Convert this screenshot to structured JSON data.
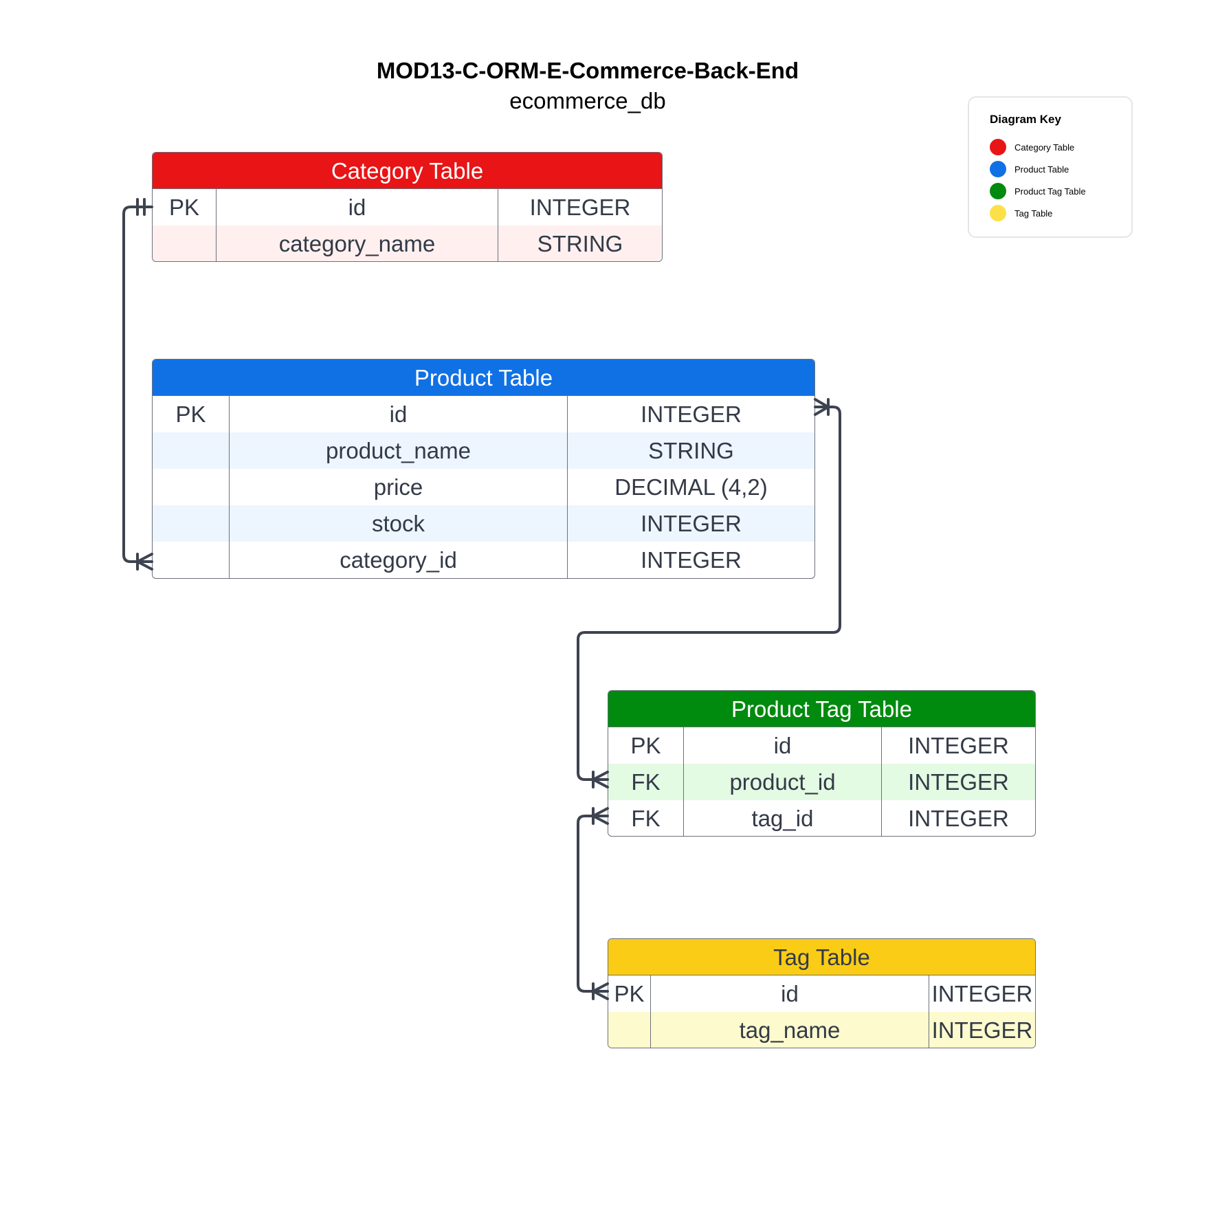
{
  "title": "MOD13-C-ORM-E-Commerce-Back-End",
  "subtitle": "ecommerce_db",
  "legend": {
    "title": "Diagram Key",
    "items": [
      {
        "label": "Category Table",
        "color": "#e81416"
      },
      {
        "label": "Product Table",
        "color": "#1071e5"
      },
      {
        "label": "Product Tag Table",
        "color": "#008a0e"
      },
      {
        "label": "Tag Table",
        "color": "#fde047"
      }
    ]
  },
  "tables": {
    "category": {
      "title": "Category Table",
      "header_color": "#e81416",
      "stripe_color": "#fff0ef",
      "rows": [
        {
          "key": "PK",
          "field": "id",
          "type": "INTEGER"
        },
        {
          "key": "",
          "field": "category_name",
          "type": "STRING"
        }
      ]
    },
    "product": {
      "title": "Product Table",
      "header_color": "#1071e5",
      "stripe_color": "#edf5ff",
      "rows": [
        {
          "key": "PK",
          "field": "id",
          "type": "INTEGER"
        },
        {
          "key": "",
          "field": "product_name",
          "type": "STRING"
        },
        {
          "key": "",
          "field": "price",
          "type": "DECIMAL (4,2)"
        },
        {
          "key": "",
          "field": "stock",
          "type": "INTEGER"
        },
        {
          "key": "",
          "field": "category_id",
          "type": "INTEGER"
        }
      ]
    },
    "product_tag": {
      "title": "Product Tag Table",
      "header_color": "#008a0e",
      "stripe_color": "#e3fae3",
      "rows": [
        {
          "key": "PK",
          "field": "id",
          "type": "INTEGER"
        },
        {
          "key": "FK",
          "field": "product_id",
          "type": "INTEGER"
        },
        {
          "key": "FK",
          "field": "tag_id",
          "type": "INTEGER"
        }
      ]
    },
    "tag": {
      "title": "Tag Table",
      "header_color": "#facc15",
      "header_text_color": "#333a47",
      "stripe_color": "#fdfbcd",
      "rows": [
        {
          "key": "PK",
          "field": "id",
          "type": "INTEGER"
        },
        {
          "key": "",
          "field": "tag_name",
          "type": "INTEGER"
        }
      ]
    }
  },
  "relationships": [
    {
      "from": "category.id",
      "to": "product.category_id",
      "from_end": "one-and-only-one",
      "to_end": "one-or-many"
    },
    {
      "from": "product.id",
      "to": "product_tag.product_id",
      "from_end": "one-or-many",
      "to_end": "one-or-many"
    },
    {
      "from": "tag.id",
      "to": "product_tag.tag_id",
      "from_end": "one-or-many",
      "to_end": "one-or-many"
    }
  ]
}
